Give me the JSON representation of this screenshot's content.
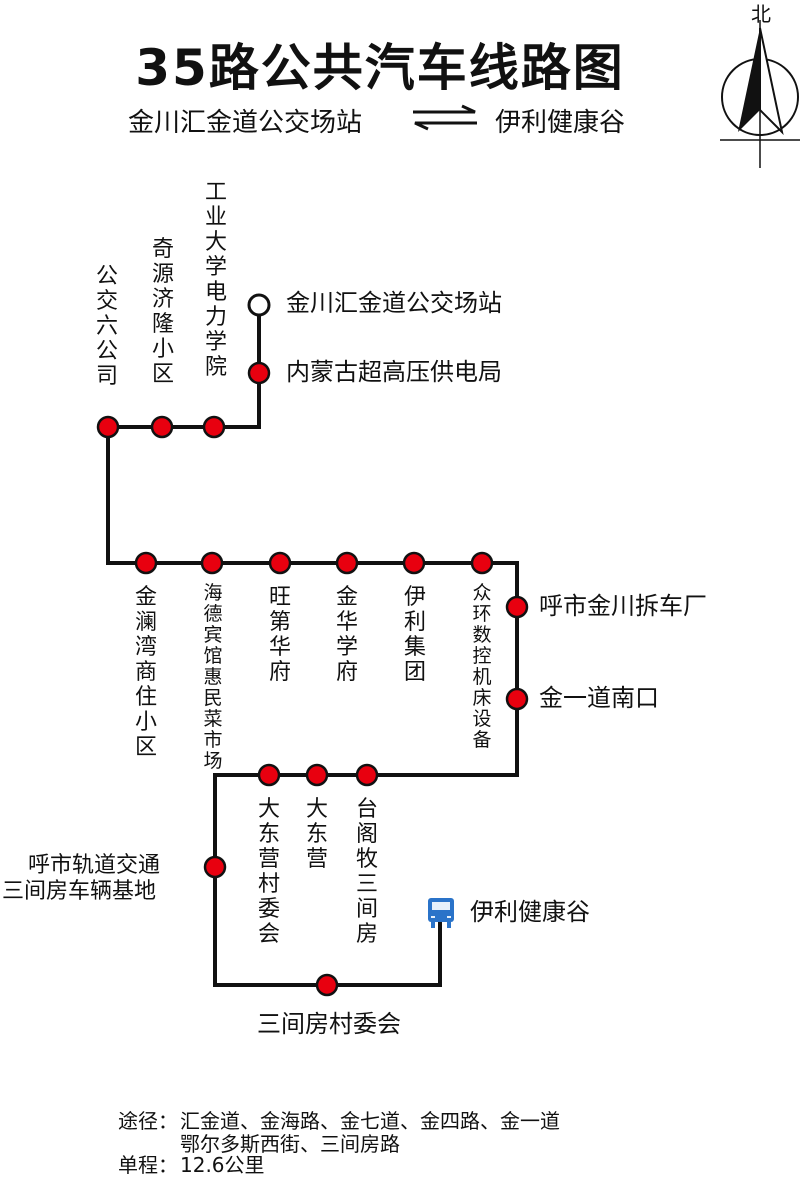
{
  "title": "35路公共汽车线路图",
  "compass_label": "北",
  "direction": {
    "from": "金川汇金道公交场站",
    "to": "伊利健康谷"
  },
  "stops": [
    "金川汇金道公交场站",
    "内蒙古超高压供电局",
    "工业大学电力学院",
    "奇源济隆小区",
    "公交六公司",
    "金澜湾商住小区",
    "海德宾馆惠民菜市场",
    "旺第华府",
    "金华学府",
    "伊利集团",
    "众环数控机床设备",
    "呼市金川拆车厂",
    "金一道南口",
    "台阁牧三间房",
    "大东营",
    "大东营村委会",
    "呼市轨道交通",
    "三间房车辆基地",
    "三间房村委会",
    "伊利健康谷"
  ],
  "route_info": {
    "via_label": "途径：",
    "via_line1": "汇金道、金海路、金七道、金四路、金一道",
    "via_line2": "鄂尔多斯西街、三间房路",
    "distance_label": "单程：",
    "distance_value": "12.6公里"
  },
  "colors": {
    "stop_fill": "#e8000f",
    "route_line": "#111111",
    "terminal_icon": "#2a73c9"
  }
}
